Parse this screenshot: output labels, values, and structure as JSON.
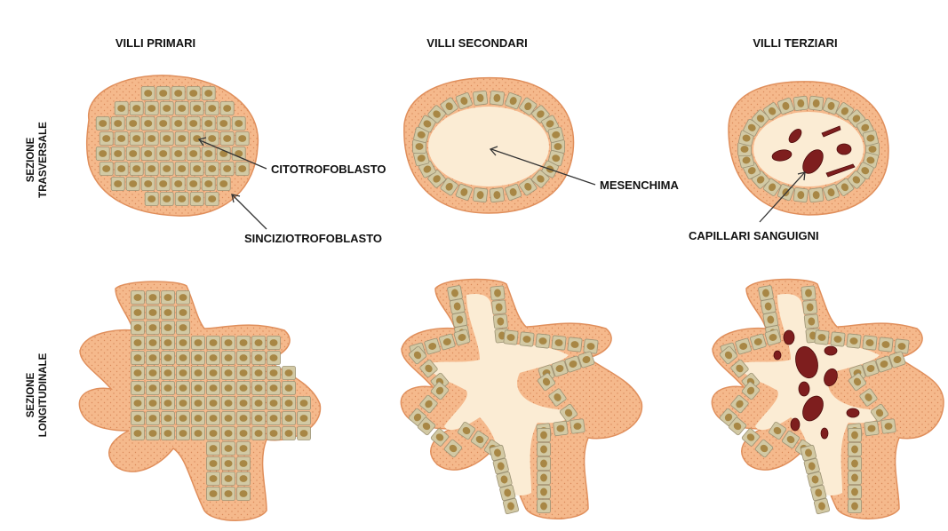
{
  "columns": {
    "primari": "VILLI PRIMARI",
    "secondari": "VILLI SECONDARI",
    "terziari": "VILLI TERZIARI"
  },
  "rows": {
    "trasversale_1": "SEZIONE",
    "trasversale_2": "TRASVERSALE",
    "longitudinale_1": "SEZIONE",
    "longitudinale_2": "LONGITUDINALE"
  },
  "labels": {
    "citotrofoblasto": "CITOTROFOBLASTO",
    "sinciziotrofoblasto": "SINCIZIOTROFOBLASTO",
    "mesenchima": "MESENCHIMA",
    "capillari": "CAPILLARI SANGUIGNI"
  },
  "colors": {
    "syncytium": "#f5b98c",
    "syncytium_edge": "#e08f5c",
    "cell_fill": "#d2c9a4",
    "cell_edge": "#9c9274",
    "nucleus": "#a88745",
    "mesenchyme": "#fbecd4",
    "capillary": "#7e1e1e"
  }
}
